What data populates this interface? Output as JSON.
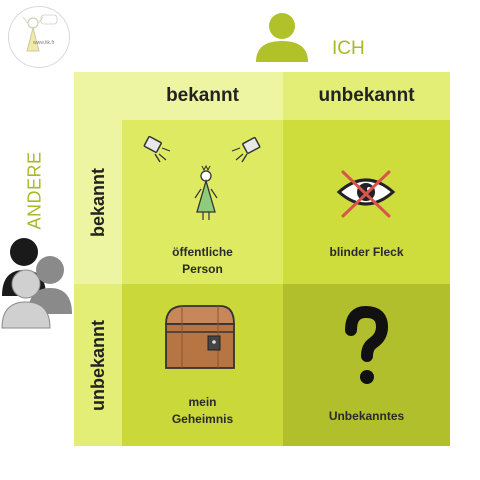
{
  "logo": {
    "text": "www.tik.fr"
  },
  "ich_label": "ICH",
  "andere_label": "ANDERE",
  "columns": [
    "bekannt",
    "unbekannt"
  ],
  "rows": [
    "bekannt",
    "unbekannt"
  ],
  "cells": {
    "public": {
      "line1": "öffentliche",
      "line2": "Person"
    },
    "blind": {
      "line1": "blinder Fleck"
    },
    "secret": {
      "line1": "mein",
      "line2": "Geheimnis"
    },
    "unknown": {
      "line1": "Unbekanntes"
    }
  },
  "colors": {
    "header_light": "#eef5a2",
    "header_mid": "#e3ee76",
    "cell_public": "#dfea63",
    "cell_blind": "#cedc3c",
    "cell_secret": "#cad83a",
    "cell_unknown": "#b1bf2d",
    "accent": "#a9b829"
  }
}
